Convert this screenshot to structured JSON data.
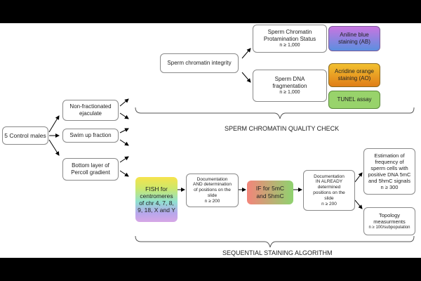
{
  "start": {
    "label": "5 Control males",
    "color": "#d9d9d9"
  },
  "fractions": [
    {
      "label": "Non-fractionated\nejaculate"
    },
    {
      "label": "Swim up fraction"
    },
    {
      "label": "Bottom layer of\nPercoll gradient"
    }
  ],
  "quality": {
    "integrity_label": "Sperm chromatin integrity",
    "cps": {
      "title": "Sperm Chromatin\nProtamination Status",
      "n": "n ≥ 1,000"
    },
    "dna": {
      "title": "Sperm DNA\nfragmentation",
      "n": "n ≥ 1,000"
    },
    "aniline": {
      "label": "Aniline blue\nstaining (AB)",
      "color_top": "#c875e0",
      "color_bottom": "#5b8fe0"
    },
    "acridine": {
      "label": "Acridine orange\nstaining (AO)",
      "color_top": "#f2c030",
      "color_bottom": "#e07f18"
    },
    "tunel": {
      "label": "TUNEL assay",
      "color": "#98d36b"
    },
    "section_label": "SPERM CHROMATIN QUALITY CHECK"
  },
  "sequential": {
    "fish": {
      "label": "FISH for\ncentromeres\nof chr 4, 7, 8,\n9, 18, X and Y"
    },
    "doc1": {
      "label": "Documentation\nAND determination\nof positions on the\nslide\nn ≥ 200"
    },
    "if": {
      "label": "IF for 5mC\nand 5hmC",
      "color_top": "#f3857a",
      "color_bottom": "#8fd26f"
    },
    "doc2": {
      "label": "Documentation\nIN ALREADY\ndetermined\npositions on the\nslide\nn ≥ 200"
    },
    "estimation": {
      "label": "Estimation of\nfrequency of\nsperm cells with\npositive DNA 5mC\nand 5hmC signals\nn ≥ 300"
    },
    "topology": {
      "label": "Topology\nmeasurments",
      "n": "n ≥ 100/subpopulation"
    },
    "section_label": "SEQUENTIAL STAINING ALGORITHM"
  }
}
